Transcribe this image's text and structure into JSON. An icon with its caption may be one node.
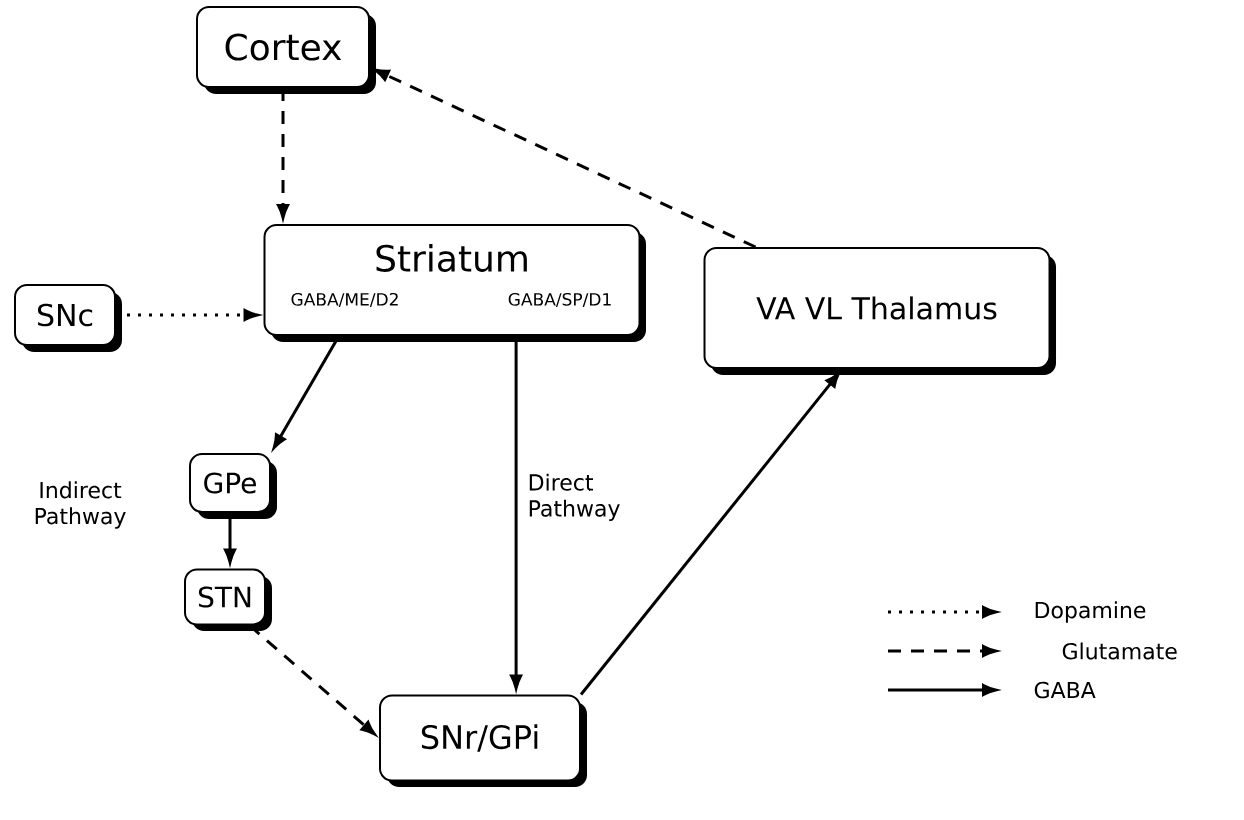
{
  "diagram": {
    "nodes": [
      {
        "text": [
          "Cortex"
        ]
      },
      {
        "text": [
          "SNc"
        ]
      },
      {
        "text": [
          "Striatum",
          "GABA/ME/D2",
          "GABA/SP/D1"
        ]
      },
      {
        "text": [
          "VA VL Thalamus"
        ]
      },
      {
        "text": [
          "GPe"
        ]
      },
      {
        "text": [
          "STN"
        ]
      },
      {
        "text": [
          "SNr/GPi"
        ]
      }
    ],
    "edges": [
      {
        "from": 0,
        "to": 2,
        "arrow": "to",
        "style": "dashed"
      },
      {
        "from": 1,
        "to": 2,
        "arrow": "to",
        "style": "dashed"
      },
      {
        "from": 2,
        "to": 4,
        "arrow": "to"
      },
      {
        "from": 2,
        "to": 6,
        "arrow": "to",
        "label": "Direct Pathway"
      },
      {
        "from": 4,
        "to": 5,
        "arrow": "to"
      },
      {
        "from": 5,
        "to": 6,
        "arrow": "to",
        "style": "dashed"
      },
      {
        "from": 6,
        "to": 3,
        "arrow": "to"
      },
      {
        "from": 3,
        "to": 0,
        "arrow": "to",
        "style": "dashed"
      }
    ],
    "labels": [
      "Indirect Pathway"
    ],
    "legend": [
      {
        "text": "Dopamine"
      },
      {
        "text": "Glutamate"
      },
      {
        "text": "GABA"
      }
    ]
  }
}
